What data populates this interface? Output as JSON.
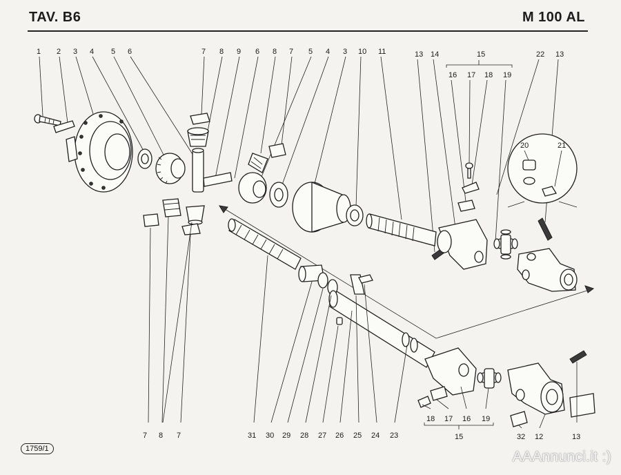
{
  "header": {
    "plate": "TAV. B6",
    "model": "M 100 AL"
  },
  "top_labels": [
    "1",
    "2",
    "3",
    "4",
    "5",
    "6",
    "7",
    "8",
    "9",
    "6",
    "8",
    "7",
    "5",
    "4",
    "3",
    "10",
    "11",
    "13",
    "14",
    "15",
    "16",
    "17",
    "18",
    "19",
    "22",
    "13"
  ],
  "bottom_labels": [
    "7",
    "8",
    "7",
    "31",
    "30",
    "29",
    "28",
    "27",
    "26",
    "25",
    "24",
    "23",
    "18",
    "17",
    "16",
    "15",
    "19",
    "32",
    "12",
    "13"
  ],
  "inset_labels": [
    "20",
    "21"
  ],
  "page_code": "1759/1",
  "watermark": "AAAnnunci.it :)"
}
